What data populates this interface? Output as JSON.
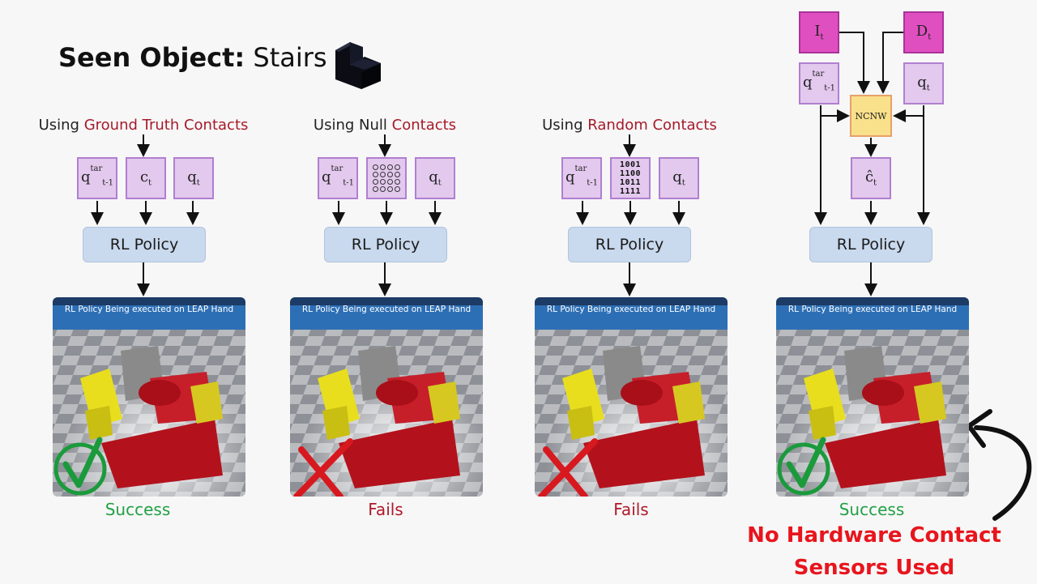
{
  "title": {
    "bold": "Seen Object:",
    "normal": " Stairs"
  },
  "panels": [
    {
      "using_prefix": "Using ",
      "using_highlight": "Ground Truth Contacts",
      "policy": "RL Policy",
      "sim_caption": "RL Policy Being executed on LEAP Hand",
      "result": "Success",
      "result_type": "success"
    },
    {
      "using_prefix": "Using Null ",
      "using_highlight": "Contacts",
      "policy": "RL Policy",
      "sim_caption": "RL Policy Being executed on LEAP Hand",
      "result": "Fails",
      "result_type": "fail"
    },
    {
      "using_prefix": "Using ",
      "using_highlight": "Random Contacts",
      "policy": "RL Policy",
      "sim_caption": "RL Policy Being executed on LEAP Hand",
      "result": "Fails",
      "result_type": "fail"
    },
    {
      "policy": "RL Policy",
      "sim_caption": "RL Policy Being executed on LEAP Hand",
      "result": "Success",
      "result_type": "success"
    }
  ],
  "symbols": {
    "q_base": "q",
    "q_sup": "tar",
    "q_sub": "t-1",
    "c_base": "c",
    "c_sub": "t",
    "qt_base": "q",
    "qt_sub": "t",
    "I_base": "I",
    "I_sub": "t",
    "D_base": "D",
    "D_sub": "t",
    "chat_base": "ĉ",
    "chat_sub": "t",
    "ncnw": "NCNW"
  },
  "random_bits": [
    "1001",
    "1100",
    "1011",
    "1111"
  ],
  "note": {
    "line1": "No Hardware Contact",
    "line2": "Sensors Used"
  },
  "colors": {
    "success": "#22a045",
    "fail": "#b0192a",
    "note": "#e8151d",
    "box": "#e3c9ee",
    "pink": "#e04fc0",
    "policy": "#c9d9ee",
    "ncnw": "#f9e08a"
  }
}
